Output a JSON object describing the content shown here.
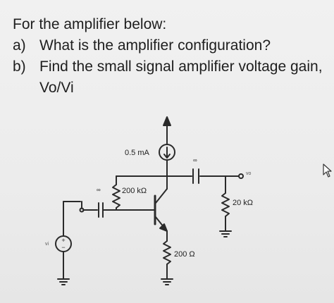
{
  "question": {
    "intro": "For the amplifier below:",
    "items": [
      {
        "marker": "a)",
        "text": "What is the amplifier configuration?"
      },
      {
        "marker": "b)",
        "text": "Find the small signal amplifier voltage gain,"
      }
    ],
    "gain_expression": "Vo/Vi"
  },
  "circuit": {
    "current_source": "0.5 mA",
    "base_resistor": "200 kΩ",
    "load_resistor": "20 kΩ",
    "emitter_resistor": "200 Ω",
    "cap_symbol": "∞",
    "output_label": "vo",
    "input_label": "vi"
  },
  "icons": {
    "cursor": "mouse-pointer-icon"
  }
}
